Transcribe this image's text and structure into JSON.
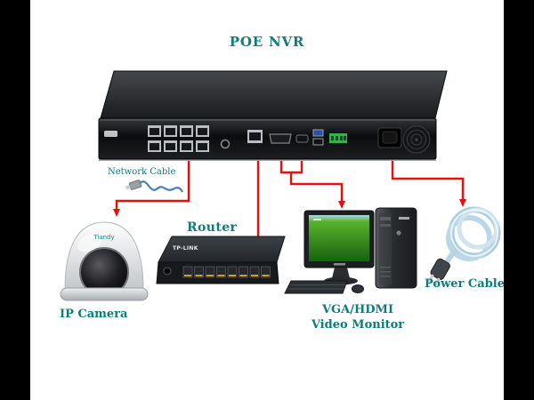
{
  "title": "POE NVR",
  "labels": {
    "network_cable": "Network Cable",
    "router": "Router",
    "ip_camera": "IP Camera",
    "monitor_line1": "VGA/HDMI",
    "monitor_line2": "Video Monitor",
    "power_cable": "Power Cable"
  },
  "devices": {
    "camera_brand": "Tiandy",
    "router_brand": "TP-LINK"
  },
  "colors": {
    "label_teal": "#0e7c7c",
    "arrow_red": "#e8100c",
    "background": "#ffffff",
    "letterbox": "#000000"
  }
}
